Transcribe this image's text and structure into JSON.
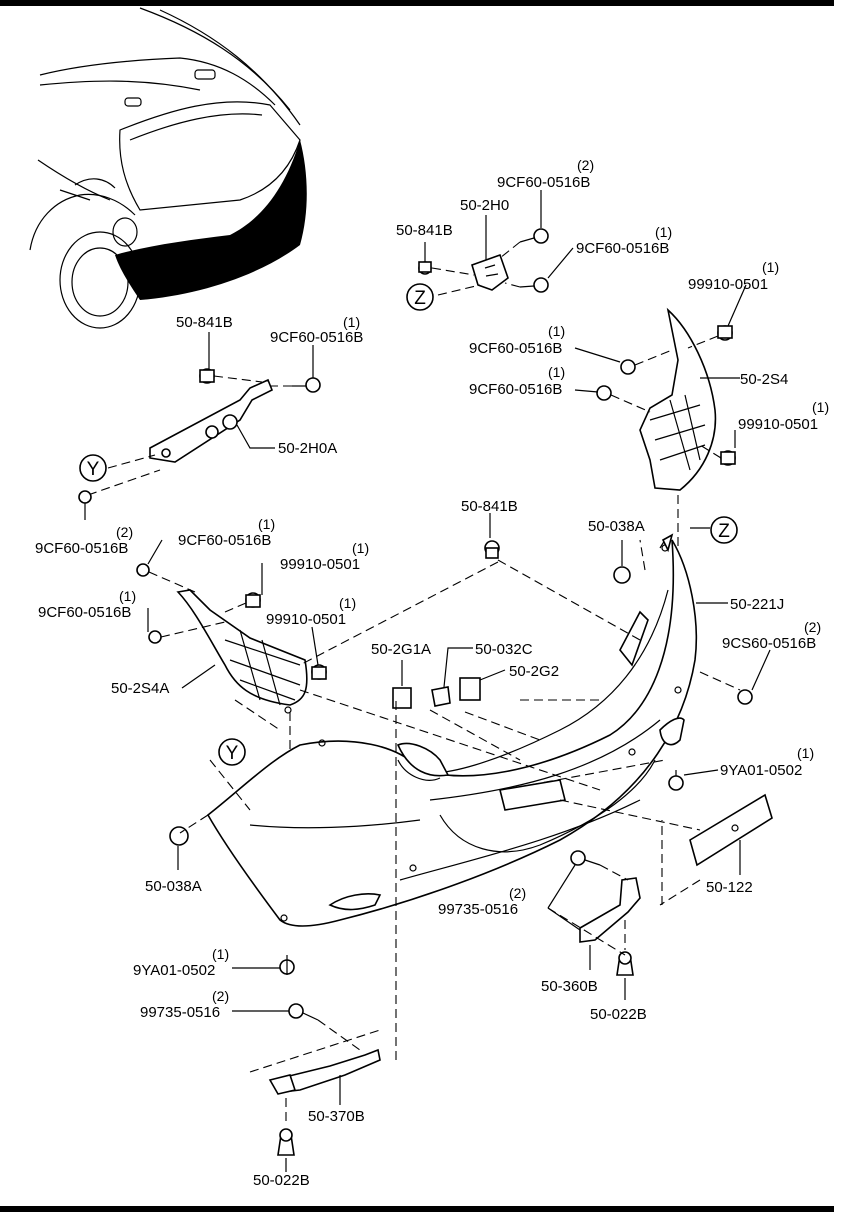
{
  "callouts": {
    "50_841B_top": "50-841B",
    "qty_9CF60_top_2": "(2)",
    "9CF60_top_a": "9CF60-0516B",
    "50_2H0": "50-2H0",
    "qty_9CF60_top_1": "(1)",
    "9CF60_top_b": "9CF60-0516B",
    "ref_Z_top": "Z",
    "qty_99910_top": "(1)",
    "99910_top": "99910-0501",
    "50_841B_left": "50-841B",
    "qty_9CF60_left_1": "(1)",
    "9CF60_left": "9CF60-0516B",
    "qty_9CF60_r1": "(1)",
    "9CF60_r1": "9CF60-0516B",
    "qty_9CF60_r2": "(1)",
    "9CF60_r2": "9CF60-0516B",
    "50_2S4": "50-2S4",
    "qty_99910_r": "(1)",
    "99910_r": "99910-0501",
    "50_2H0A": "50-2H0A",
    "ref_Y_left": "Y",
    "9CF60_y": "9CF60-0516B",
    "qty_9CF60_y_2": "(2)",
    "qty_9CF60_m_1": "(1)",
    "9CF60_m": "9CF60-0516B",
    "50_841B_mid": "50-841B",
    "50_038A_top": "50-038A",
    "ref_Z_right": "Z",
    "qty_99910_m1": "(1)",
    "99910_m1": "99910-0501",
    "qty_9CF60_l2_1": "(1)",
    "9CF60_l2": "9CF60-0516B",
    "qty_99910_m2": "(1)",
    "99910_m2": "99910-0501",
    "50_221J": "50-221J",
    "50_2G1A": "50-2G1A",
    "50_032C": "50-032C",
    "50_2G2": "50-2G2",
    "qty_9CS60": "(2)",
    "9CS60": "9CS60-0516B",
    "50_2S4A": "50-2S4A",
    "ref_Y_bumper": "Y",
    "qty_9YA01_r": "(1)",
    "9YA01_r": "9YA01-0502",
    "50_038A_bottom": "50-038A",
    "50_122": "50-122",
    "qty_99735_r": "(2)",
    "99735_r": "99735-0516",
    "qty_9YA01_l": "(1)",
    "9YA01_l": "9YA01-0502",
    "50_360B": "50-360B",
    "qty_99735_l": "(2)",
    "99735_l": "99735-0516",
    "50_022B_r": "50-022B",
    "50_370B": "50-370B",
    "50_022B_l": "50-022B"
  }
}
